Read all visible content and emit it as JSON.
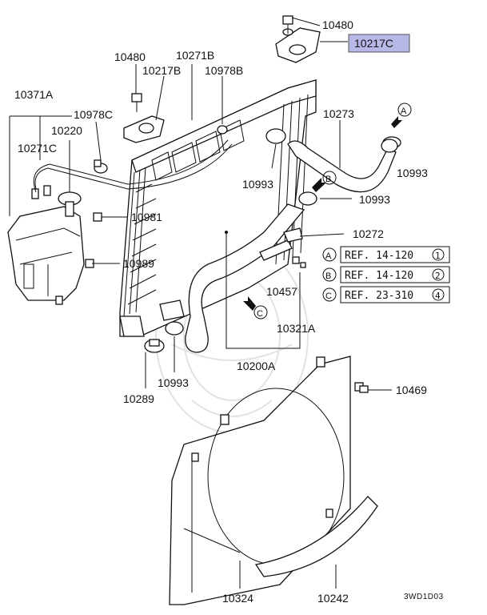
{
  "diagram": {
    "labels": {
      "p10480_top": "10480",
      "p10217C": "10217C",
      "p10480_left": "10480",
      "p10271B": "10271B",
      "p10217B": "10217B",
      "p10978B": "10978B",
      "p10371A": "10371A",
      "p10978C": "10978C",
      "p10220": "10220",
      "p10271C": "10271C",
      "p10273": "10273",
      "p10993_a": "10993",
      "p10993_b": "10993",
      "p10993_c": "10993",
      "p10993_d": "10993",
      "p10981": "10981",
      "p10272": "10272",
      "p10989": "10989",
      "p10457": "10457",
      "p10321A": "10321A",
      "p10200A": "10200A",
      "p10289": "10289",
      "p10469": "10469",
      "p10324": "10324",
      "p10242": "10242"
    },
    "highlight_color": "#b8b8e8",
    "references": [
      {
        "letter": "A",
        "text": "REF. 14-120",
        "num": "1"
      },
      {
        "letter": "B",
        "text": "REF. 14-120",
        "num": "2"
      },
      {
        "letter": "C",
        "text": "REF. 23-310",
        "num": "4"
      }
    ],
    "markers": {
      "a": "A",
      "b": "B",
      "c": "C"
    },
    "drawing_code": "3WD1D03"
  }
}
